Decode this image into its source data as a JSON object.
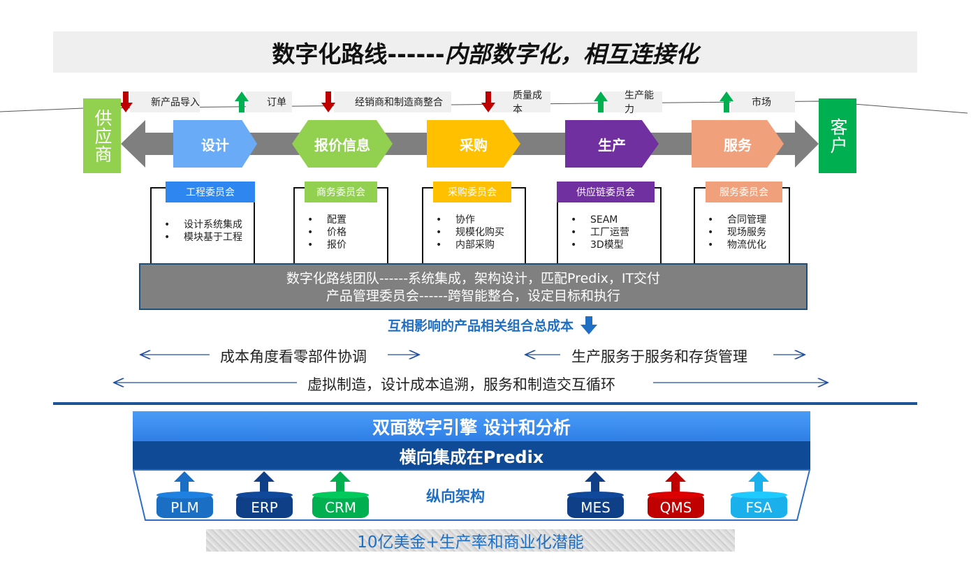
{
  "title": {
    "plain": "数字化路线------",
    "italic": "内部数字化，相互连接化"
  },
  "flow_tags": [
    {
      "label": "新产品导入",
      "direction": "down",
      "color": "#c00000"
    },
    {
      "label": "订单",
      "direction": "up",
      "color": "#00b050"
    },
    {
      "label": "经销商和制造商整合",
      "direction": "down",
      "color": "#c00000"
    },
    {
      "label": "质量成本",
      "direction": "down",
      "color": "#c00000"
    },
    {
      "label": "生产能力",
      "direction": "up",
      "color": "#00b050"
    },
    {
      "label": "市场",
      "direction": "up",
      "color": "#00b050"
    }
  ],
  "supplier": "供应商",
  "customer": "客户",
  "stages": [
    {
      "label": "设计",
      "color": "#6aabf7"
    },
    {
      "label": "报价信息",
      "color": "#92d050"
    },
    {
      "label": "采购",
      "color": "#ffc000"
    },
    {
      "label": "生产",
      "color": "#7030a0"
    },
    {
      "label": "服务",
      "color": "#f0a07a"
    }
  ],
  "committees": [
    {
      "label": "工程委员会",
      "items": [
        "设计系统集成",
        "模块基于工程"
      ]
    },
    {
      "label": "商务委员会",
      "items": [
        "配置",
        "价格",
        "报价"
      ]
    },
    {
      "label": "采购委员会",
      "items": [
        "协作",
        "规模化购买",
        "内部采购"
      ]
    },
    {
      "label": "供应链委员会",
      "items": [
        "SEAM",
        "工厂运营",
        "3D模型"
      ]
    },
    {
      "label": "服务委员会",
      "items": [
        "合同管理",
        "现场服务",
        "物流优化"
      ]
    }
  ],
  "team": {
    "line1": "数字化路线团队------系统集成，架构设计，匹配Predix，IT交付",
    "line2": "产品管理委员会------跨智能整合，设定目标和执行"
  },
  "impact": "互相影响的产品相关组合总成本",
  "row1": {
    "left": "成本角度看零部件协调",
    "right": "生产服务于服务和存货管理"
  },
  "row2": "虚拟制造，设计成本追溯，服务和制造交互循环",
  "engine": "双面数字引擎 设计和分析",
  "predix": "横向集成在Predix",
  "vertical": "纵向架构",
  "systems": [
    {
      "label": "PLM",
      "color": "#1a6fc4"
    },
    {
      "label": "ERP",
      "color": "#0e3f87"
    },
    {
      "label": "CRM",
      "color": "#00b050"
    },
    {
      "label": "MES",
      "color": "#0e3f87"
    },
    {
      "label": "QMS",
      "color": "#c00000"
    },
    {
      "label": "FSA",
      "color": "#1ab0ec"
    }
  ],
  "bottom": "10亿美金+生产率和商业化潜能"
}
